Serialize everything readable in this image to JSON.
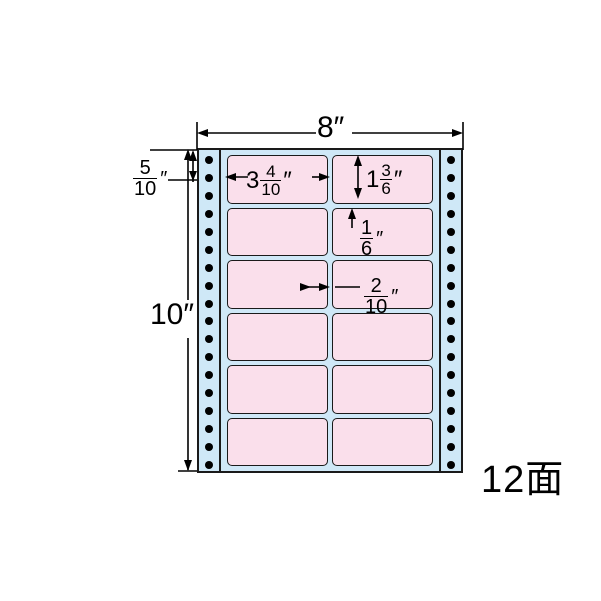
{
  "diagram": {
    "title_count": "12面",
    "sheet": {
      "rows": 6,
      "columns": 2,
      "total_labels": 12,
      "sheet_color": "#cfe8f7",
      "label_color": "#fadfeb",
      "line_color": "#1a1a1a"
    },
    "dimensions": {
      "sheet_width": {
        "whole": "8",
        "numerator": "",
        "denominator": "",
        "unit": "″",
        "label": "8″"
      },
      "sheet_height": {
        "whole": "10",
        "numerator": "",
        "denominator": "",
        "unit": "″",
        "label": "10″"
      },
      "top_margin": {
        "whole": "",
        "numerator": "5",
        "denominator": "10",
        "unit": "″",
        "label": "5/10″"
      },
      "label_width": {
        "whole": "3",
        "numerator": "4",
        "denominator": "10",
        "unit": "″",
        "label": "3 4/10″"
      },
      "label_height": {
        "whole": "1",
        "numerator": "3",
        "denominator": "6",
        "unit": "″",
        "label": "1 3/6″"
      },
      "row_gap": {
        "whole": "",
        "numerator": "1",
        "denominator": "6",
        "unit": "″",
        "label": "1/6″"
      },
      "column_gap": {
        "whole": "",
        "numerator": "2",
        "denominator": "10",
        "unit": "″",
        "label": "2/10″"
      }
    },
    "sprocket_holes_per_side": 18
  }
}
